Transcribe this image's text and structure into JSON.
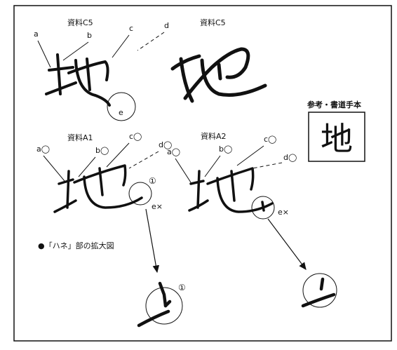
{
  "panels": {
    "c5_left_label": "資料C5",
    "c5_right_label": "資料C5",
    "a1_label": "資料A1",
    "a2_label": "資料A2"
  },
  "callouts": {
    "c5": {
      "a": "a",
      "b": "b",
      "c": "c",
      "d": "d",
      "e": "e"
    },
    "a1": {
      "a": "a◯",
      "b": "b◯",
      "c": "c◯",
      "d": "d◯",
      "e": "e×",
      "marker": "①"
    },
    "a2": {
      "a": "a◯",
      "b": "b◯",
      "c": "c◯",
      "d": "d◯",
      "e": "e×"
    },
    "zoom_marker": "①"
  },
  "reference": {
    "title": "参考・書道手本",
    "character": "地"
  },
  "legend_text": "●「ハネ」部の拡大図"
}
